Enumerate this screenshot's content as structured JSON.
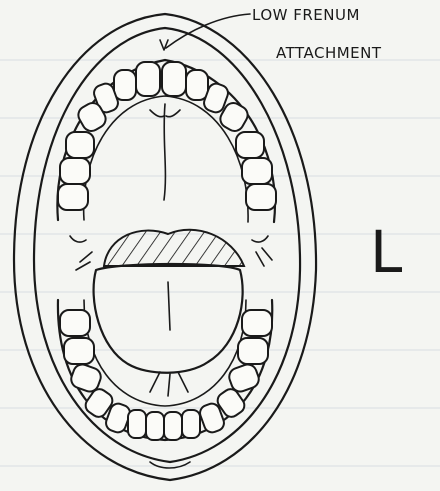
{
  "annotation": {
    "line1": "LOW FRENUM",
    "line2": "ATTACHMENT"
  },
  "side_marker": "L",
  "colors": {
    "paper": "#f4f5f2",
    "ink": "#1a1a1a",
    "rule": "#d9dde2"
  }
}
